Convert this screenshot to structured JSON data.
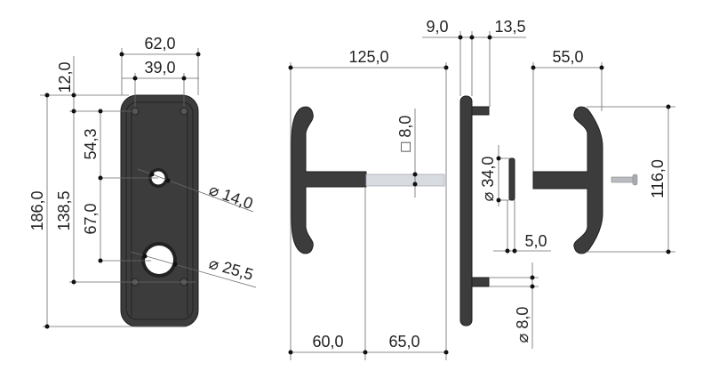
{
  "title": "Door handle set dimension drawing",
  "colors": {
    "part": "#3c3c3c",
    "spindle": "#d8dce0",
    "dimension_line": "#6a6a6a"
  },
  "plate_front": {
    "width_total": "62,0",
    "screw_spacing_width": "39,0",
    "top_offset": "12,0",
    "height_total": "186,0",
    "screw_spacing_height": "138,5",
    "to_handle_hole": "54,3",
    "handle_to_cylinder": "67,0",
    "handle_hole_diameter": "⌀ 14,0",
    "cylinder_hole_diameter": "⌀ 25,5"
  },
  "handle_left": {
    "total_length": "125,0",
    "spindle_square": "□ 8,0",
    "handle_part": "60,0",
    "spindle_part": "65,0"
  },
  "plate_side": {
    "plate_thickness": "9,0",
    "pin_length": "13,5",
    "pin_diameter": "⌀ 8,0"
  },
  "rosette": {
    "diameter": "⌀ 34,0",
    "thickness": "5,0"
  },
  "handle_right": {
    "projection": "55,0",
    "grip_height": "116,0"
  }
}
